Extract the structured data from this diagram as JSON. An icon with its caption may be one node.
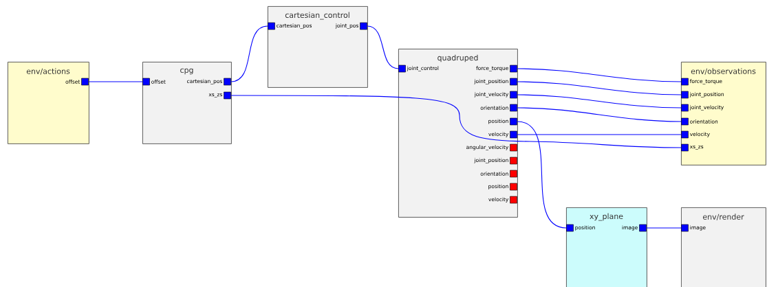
{
  "diagram": {
    "nodes": [
      {
        "text": [
          "env/actions"
        ]
      },
      {
        "text": [],
        "shape": "box",
        "beside": [
          "offset"
        ],
        "in": 0
      },
      {
        "text": [
          "cpg"
        ]
      },
      {
        "text": [],
        "shape": "box",
        "beside": [
          "offset"
        ],
        "in": 2
      },
      {
        "text": [],
        "shape": "box",
        "beside": [
          "cartesian_pos"
        ],
        "in": 2
      },
      {
        "text": [],
        "shape": "box",
        "beside": [
          "xs_zs"
        ],
        "in": 2
      },
      {
        "text": [
          "cartesian_control"
        ]
      },
      {
        "text": [],
        "shape": "box",
        "beside": [
          "cartesian_pos"
        ],
        "in": 6
      },
      {
        "text": [],
        "shape": "box",
        "beside": [
          "joint_pos"
        ],
        "in": 6
      },
      {
        "text": [
          "quadruped"
        ]
      },
      {
        "text": [],
        "shape": "box",
        "beside": [
          "joint_control"
        ],
        "in": 9
      },
      {
        "text": [],
        "shape": "box",
        "beside": [
          "force_torque"
        ],
        "in": 9
      },
      {
        "text": [],
        "shape": "box",
        "beside": [
          "joint_position"
        ],
        "in": 9
      },
      {
        "text": [],
        "shape": "box",
        "beside": [
          "joint_velocity"
        ],
        "in": 9
      },
      {
        "text": [],
        "shape": "box",
        "beside": [
          "orientation"
        ],
        "in": 9
      },
      {
        "text": [],
        "shape": "box",
        "beside": [
          "position"
        ],
        "in": 9
      },
      {
        "text": [],
        "shape": "box",
        "beside": [
          "velocity"
        ],
        "in": 9
      },
      {
        "text": [],
        "shape": "box",
        "beside": [
          "angular_velocity"
        ],
        "in": 9
      },
      {
        "text": [],
        "shape": "box",
        "beside": [
          "joint_position"
        ],
        "in": 9
      },
      {
        "text": [],
        "shape": "box",
        "beside": [
          "orientation"
        ],
        "in": 9
      },
      {
        "text": [],
        "shape": "box",
        "beside": [
          "position"
        ],
        "in": 9
      },
      {
        "text": [],
        "shape": "box",
        "beside": [
          "velocity"
        ],
        "in": 9
      },
      {
        "text": [
          "env/observations"
        ]
      },
      {
        "text": [],
        "shape": "box",
        "beside": [
          "force_torque"
        ],
        "in": 22
      },
      {
        "text": [],
        "shape": "box",
        "beside": [
          "joint_position"
        ],
        "in": 22
      },
      {
        "text": [],
        "shape": "box",
        "beside": [
          "joint_velocity"
        ],
        "in": 22
      },
      {
        "text": [],
        "shape": "box",
        "beside": [
          "orientation"
        ],
        "in": 22
      },
      {
        "text": [],
        "shape": "box",
        "beside": [
          "velocity"
        ],
        "in": 22
      },
      {
        "text": [],
        "shape": "box",
        "beside": [
          "xs_zs"
        ],
        "in": 22
      },
      {
        "text": [
          "xy_plane"
        ]
      },
      {
        "text": [],
        "shape": "box",
        "beside": [
          "position"
        ],
        "in": 29
      },
      {
        "text": [],
        "shape": "box",
        "beside": [
          "image"
        ],
        "in": 29
      },
      {
        "text": [
          "env/render"
        ]
      },
      {
        "text": [],
        "shape": "box",
        "beside": [
          "image"
        ],
        "in": 32
      }
    ],
    "edges": [
      {
        "from": 1,
        "to": 3,
        "arrow": "none"
      },
      {
        "from": 4,
        "to": 7,
        "arrow": "none"
      },
      {
        "from": 8,
        "to": 10,
        "arrow": "none"
      },
      {
        "from": 5,
        "to": 28,
        "arrow": "none"
      },
      {
        "from": 11,
        "to": 23,
        "arrow": "none"
      },
      {
        "from": 12,
        "to": 24,
        "arrow": "none"
      },
      {
        "from": 13,
        "to": 25,
        "arrow": "none"
      },
      {
        "from": 14,
        "to": 26,
        "arrow": "none"
      },
      {
        "from": 15,
        "to": 30,
        "arrow": "none"
      },
      {
        "from": 16,
        "to": 27,
        "arrow": "none"
      },
      {
        "from": 31,
        "to": 33,
        "arrow": "none"
      }
    ]
  }
}
